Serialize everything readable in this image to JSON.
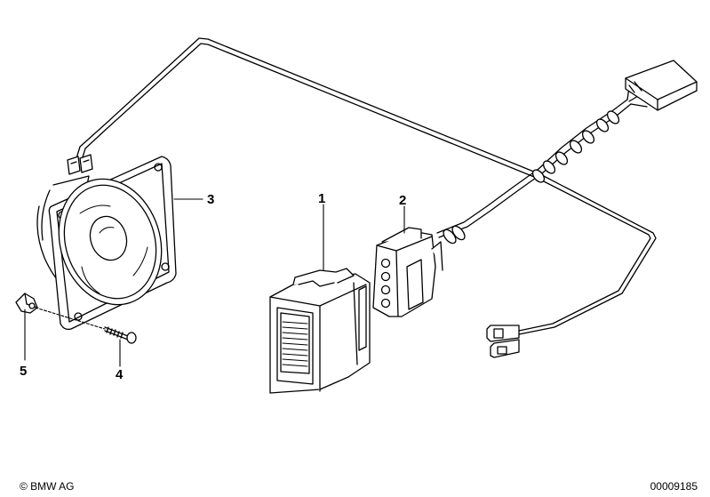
{
  "callouts": {
    "part_1": "1",
    "part_2": "2",
    "part_3": "3",
    "part_4": "4",
    "part_5": "5"
  },
  "footer": {
    "copyright": "© BMW AG",
    "diagram_number": "00009185"
  },
  "colors": {
    "line": "#000000",
    "background": "#ffffff",
    "shade": "#e6e6e6"
  }
}
